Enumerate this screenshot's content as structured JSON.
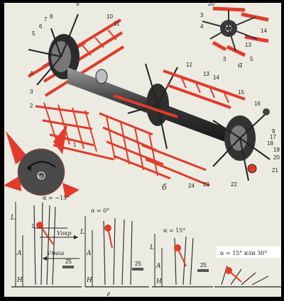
{
  "callouts": {
    "n1": "1",
    "n2": "2",
    "n3": "3",
    "n4": "4",
    "n5": "5",
    "n6": "6",
    "n7": "7",
    "n8": "8",
    "n9": "9",
    "n10": "10",
    "n11": "11",
    "n12": "12",
    "n13": "13",
    "n14": "14",
    "n15": "15",
    "n16": "16",
    "n17": "17",
    "n18": "18",
    "n19": "19",
    "n20": "20",
    "n21": "21",
    "n22": "22",
    "n23": "23",
    "n24": "24"
  },
  "inset": {
    "label": "а",
    "n20": "20",
    "n3a": "3",
    "n4": "4",
    "n14": "14",
    "n13": "13",
    "n3b": "3",
    "n5": "5"
  },
  "main_label": "б",
  "bottom_label": "г",
  "dial": {
    "omega": "ω"
  },
  "panels": [
    {
      "angle": "α = −15°",
      "L": "L",
      "A": "A",
      "H": "H",
      "v_okr": "Vокр",
      "v_mash": "Vмаш",
      "n1": "1"
    },
    {
      "angle": "α = 0°",
      "L": "L",
      "A": "A",
      "H": "H"
    },
    {
      "angle": "α = 15°",
      "L": "L",
      "A": "A",
      "H": "H",
      "n25": "25"
    },
    {
      "angle": "α = 15° или 30°",
      "n25": "25"
    }
  ],
  "panel1_n25": "25",
  "colors": {
    "paper": "#ecebe2",
    "red": "#e23b2b",
    "dark": "#3a3a3a"
  }
}
